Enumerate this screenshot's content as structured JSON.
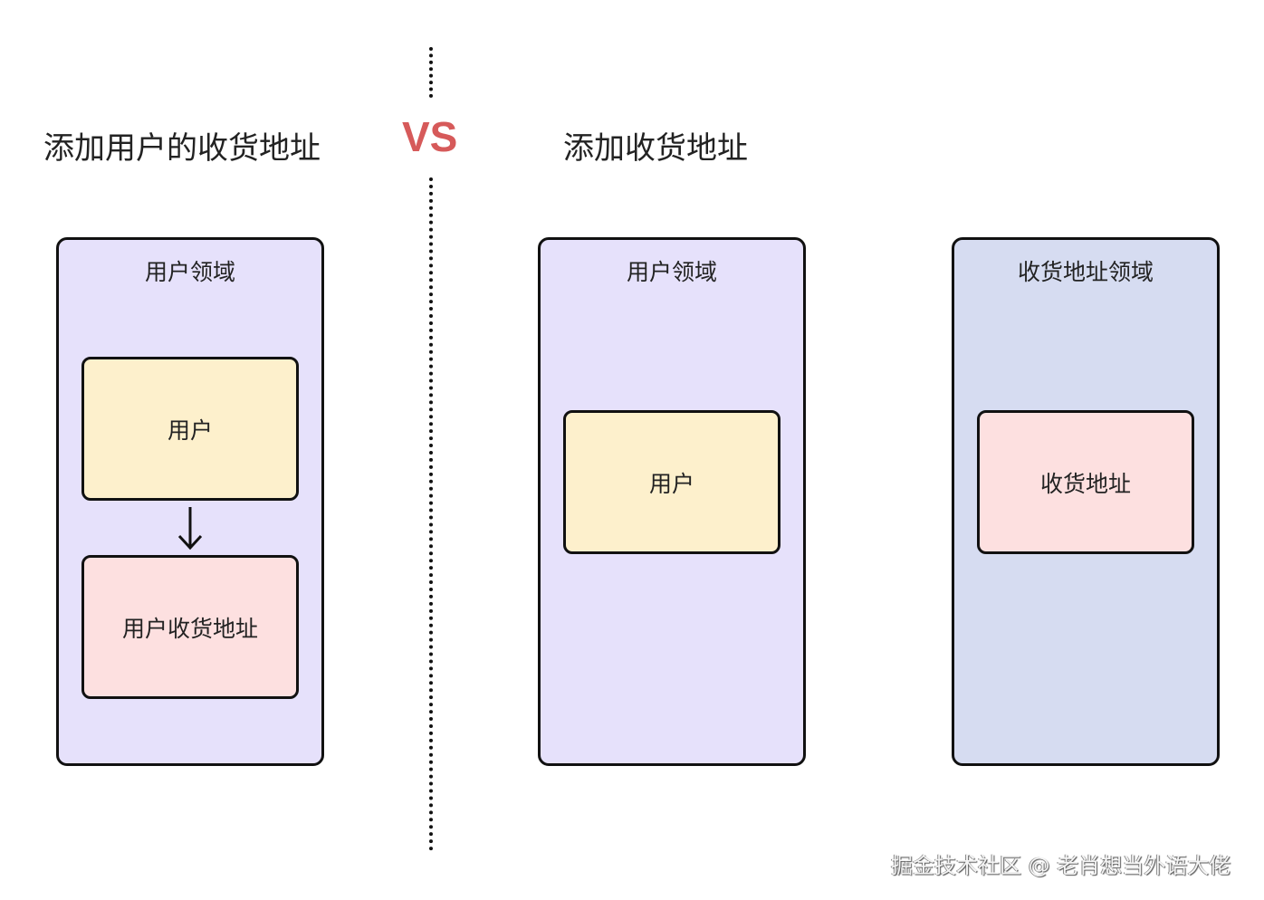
{
  "left": {
    "title": "添加用户的收货地址",
    "domain_label": "用户领域",
    "entity_user": "用户",
    "entity_address": "用户收货地址"
  },
  "vs_label": "VS",
  "right": {
    "title": "添加收货地址",
    "user_domain_label": "用户领域",
    "user_entity": "用户",
    "address_domain_label": "收货地址领域",
    "address_entity": "收货地址"
  },
  "colors": {
    "vs": "#d65a5a",
    "user_domain": "#e6e1fb",
    "address_domain": "#d6dcf1",
    "user_entity": "#fdf0cc",
    "address_entity": "#fde0e0"
  },
  "watermark": "掘金技术社区 @ 老肖想当外语大佬"
}
